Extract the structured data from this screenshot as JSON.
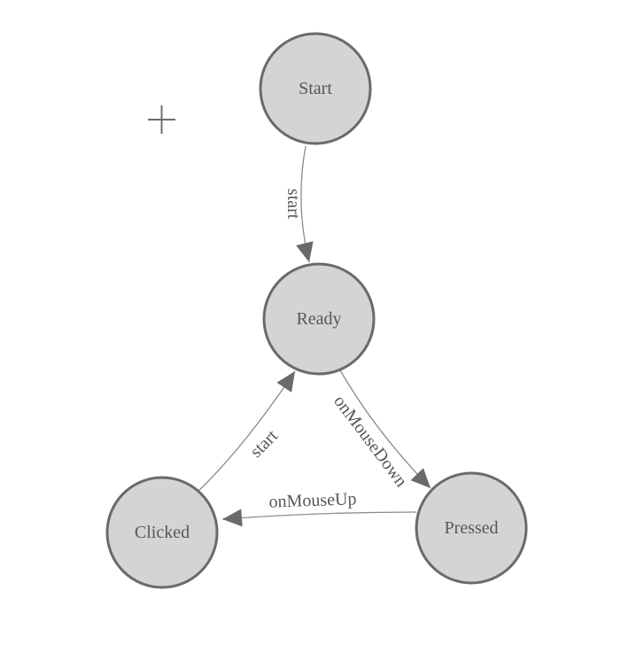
{
  "canvas": {
    "background": "#ffffff",
    "node_fill": "#d4d4d4",
    "node_border": "#6a6a6a",
    "edge_color": "#8b8b8b",
    "arrowhead_color": "#6a6a6a",
    "text_color": "#53585c",
    "crosshair_color": "#6e6e6e"
  },
  "nodes": [
    {
      "id": "start",
      "label": "Start"
    },
    {
      "id": "ready",
      "label": "Ready"
    },
    {
      "id": "clicked",
      "label": "Clicked"
    },
    {
      "id": "pressed",
      "label": "Pressed"
    }
  ],
  "edges": [
    {
      "from": "start",
      "to": "ready",
      "label": "start"
    },
    {
      "from": "clicked",
      "to": "ready",
      "label": "start"
    },
    {
      "from": "ready",
      "to": "pressed",
      "label": "onMouseDown"
    },
    {
      "from": "pressed",
      "to": "clicked",
      "label": "onMouseUp"
    }
  ]
}
